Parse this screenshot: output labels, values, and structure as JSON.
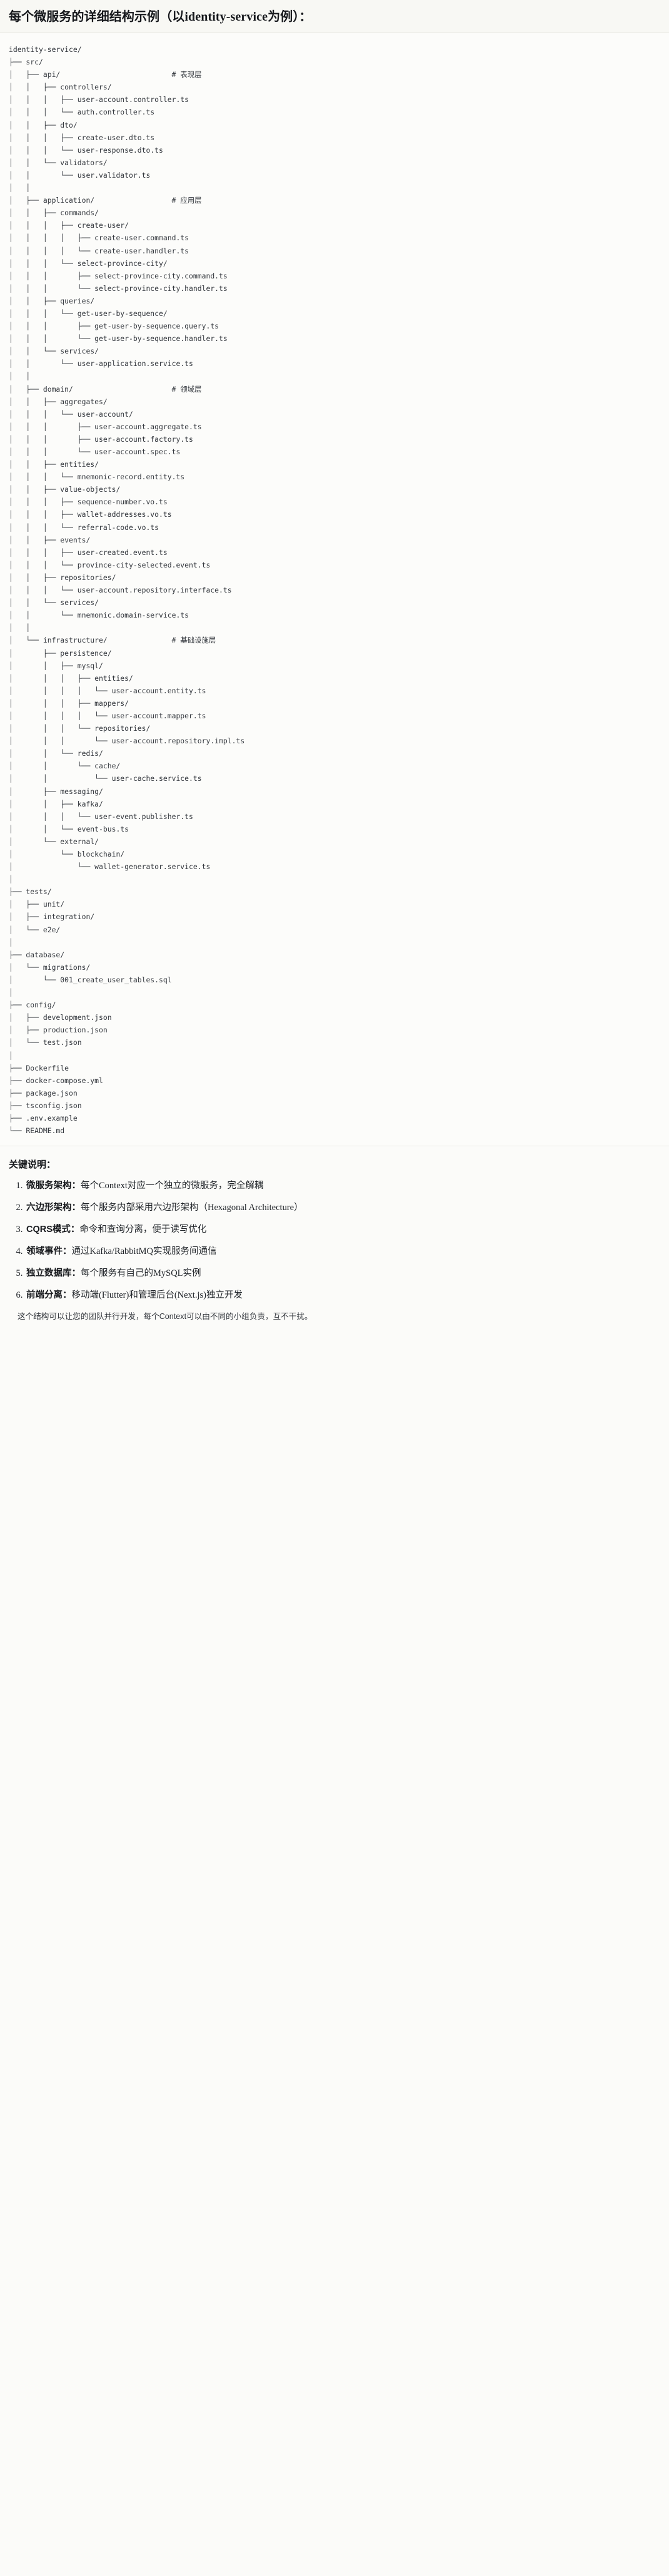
{
  "header": {
    "title": "每个微服务的详细结构示例（以identity-service为例）："
  },
  "tree": {
    "root": "identity-service/",
    "text": "identity-service/\n├── src/\n│   ├── api/                          # 表现层\n│   │   ├── controllers/\n│   │   │   ├── user-account.controller.ts\n│   │   │   └── auth.controller.ts\n│   │   ├── dto/\n│   │   │   ├── create-user.dto.ts\n│   │   │   └── user-response.dto.ts\n│   │   └── validators/\n│   │       └── user.validator.ts\n│   │\n│   ├── application/                  # 应用层\n│   │   ├── commands/\n│   │   │   ├── create-user/\n│   │   │   │   ├── create-user.command.ts\n│   │   │   │   └── create-user.handler.ts\n│   │   │   └── select-province-city/\n│   │   │       ├── select-province-city.command.ts\n│   │   │       └── select-province-city.handler.ts\n│   │   ├── queries/\n│   │   │   └── get-user-by-sequence/\n│   │   │       ├── get-user-by-sequence.query.ts\n│   │   │       └── get-user-by-sequence.handler.ts\n│   │   └── services/\n│   │       └── user-application.service.ts\n│   │\n│   ├── domain/                       # 领域层\n│   │   ├── aggregates/\n│   │   │   └── user-account/\n│   │   │       ├── user-account.aggregate.ts\n│   │   │       ├── user-account.factory.ts\n│   │   │       └── user-account.spec.ts\n│   │   ├── entities/\n│   │   │   └── mnemonic-record.entity.ts\n│   │   ├── value-objects/\n│   │   │   ├── sequence-number.vo.ts\n│   │   │   ├── wallet-addresses.vo.ts\n│   │   │   └── referral-code.vo.ts\n│   │   ├── events/\n│   │   │   ├── user-created.event.ts\n│   │   │   └── province-city-selected.event.ts\n│   │   ├── repositories/\n│   │   │   └── user-account.repository.interface.ts\n│   │   └── services/\n│   │       └── mnemonic.domain-service.ts\n│   │\n│   └── infrastructure/               # 基础设施层\n│       ├── persistence/\n│       │   ├── mysql/\n│       │   │   ├── entities/\n│       │   │   │   └── user-account.entity.ts\n│       │   │   ├── mappers/\n│       │   │   │   └── user-account.mapper.ts\n│       │   │   └── repositories/\n│       │   │       └── user-account.repository.impl.ts\n│       │   └── redis/\n│       │       └── cache/\n│       │           └── user-cache.service.ts\n│       ├── messaging/\n│       │   ├── kafka/\n│       │   │   └── user-event.publisher.ts\n│       │   └── event-bus.ts\n│       └── external/\n│           └── blockchain/\n│               └── wallet-generator.service.ts\n│\n├── tests/\n│   ├── unit/\n│   ├── integration/\n│   └── e2e/\n│\n├── database/\n│   └── migrations/\n│       └── 001_create_user_tables.sql\n│\n├── config/\n│   ├── development.json\n│   ├── production.json\n│   └── test.json\n│\n├── Dockerfile\n├── docker-compose.yml\n├── package.json\n├── tsconfig.json\n├── .env.example\n└── README.md",
    "layer_comments": [
      {
        "path": "api/",
        "comment": "# 表现层"
      },
      {
        "path": "application/",
        "comment": "# 应用层"
      },
      {
        "path": "domain/",
        "comment": "# 领域层"
      },
      {
        "path": "infrastructure/",
        "comment": "# 基础设施层"
      }
    ]
  },
  "notes": {
    "heading": "关键说明：",
    "items": [
      {
        "lead": "微服务架构",
        "sep": "：",
        "body": "每个Context对应一个独立的微服务，完全解耦"
      },
      {
        "lead": "六边形架构",
        "sep": "：",
        "body": "每个服务内部采用六边形架构（Hexagonal Architecture）"
      },
      {
        "lead": "CQRS模式",
        "sep": "：",
        "body": "命令和查询分离，便于读写优化"
      },
      {
        "lead": "领域事件",
        "sep": "：",
        "body": "通过Kafka/RabbitMQ实现服务间通信"
      },
      {
        "lead": "独立数据库",
        "sep": "：",
        "body": "每个服务有自己的MySQL实例"
      },
      {
        "lead": "前端分离",
        "sep": "：",
        "body": "移动端(Flutter)和管理后台(Next.js)独立开发"
      }
    ],
    "closing": "这个结构可以让您的团队并行开发，每个Context可以由不同的小组负责，互不干扰。"
  }
}
